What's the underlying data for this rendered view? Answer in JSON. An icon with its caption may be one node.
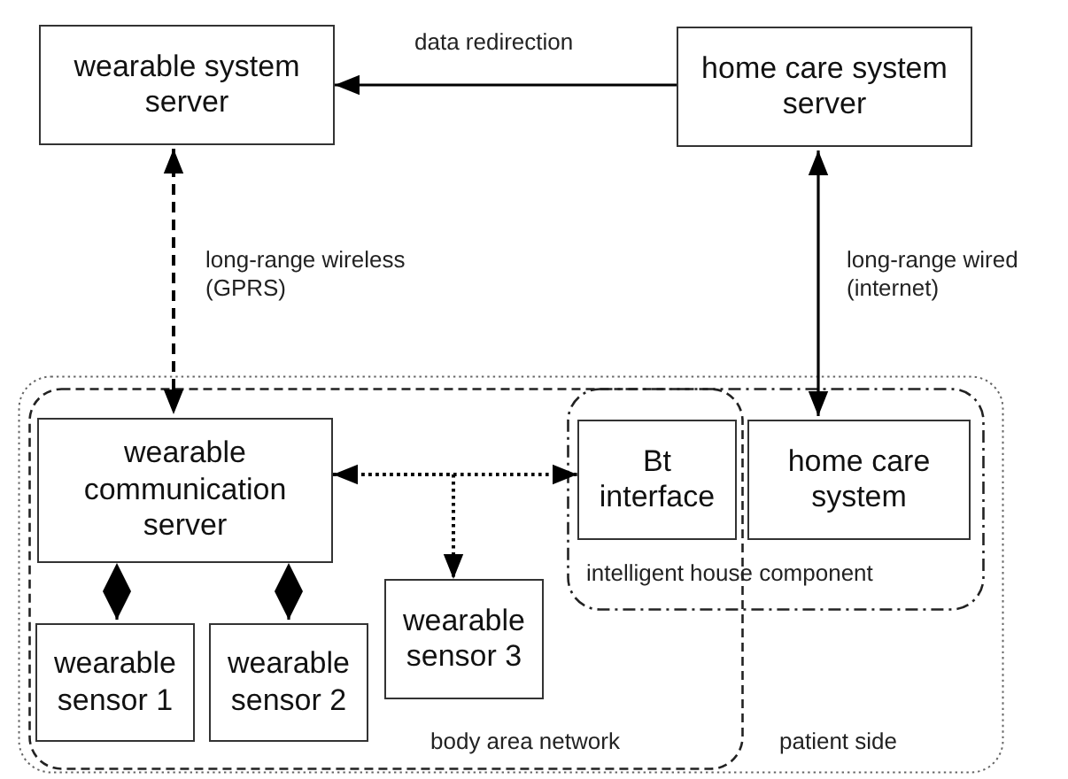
{
  "diagram": {
    "nodes": [
      {
        "text": [
          "wearable system server"
        ]
      },
      {
        "text": [
          "home care system server"
        ]
      },
      {
        "text": [
          "patient side"
        ]
      },
      {
        "text": [
          "body area network"
        ],
        "in": 2
      },
      {
        "text": [
          "intelligent house component"
        ],
        "in": 2
      },
      {
        "text": [
          "wearable communication server"
        ],
        "in": 3
      },
      {
        "text": [
          "wearable sensor 1"
        ],
        "in": 3
      },
      {
        "text": [
          "wearable sensor 2"
        ],
        "in": 3
      },
      {
        "text": [
          "wearable sensor 3"
        ],
        "in": 3
      },
      {
        "text": [
          "Bt interface"
        ]
      },
      {
        "text": [
          "home care system"
        ],
        "in": 4
      }
    ],
    "edges": [
      {
        "from": 1,
        "to": 0,
        "arrow": "to",
        "label": "data redirection"
      },
      {
        "from": 0,
        "to": 5,
        "arrow": "both",
        "style": "dashed",
        "label": "long-range wireless (GPRS)"
      },
      {
        "from": 1,
        "to": 10,
        "arrow": "both",
        "label": "long-range wired (internet)"
      },
      {
        "from": 5,
        "to": 9,
        "arrow": "both",
        "style": "dashed"
      },
      {
        "from": 5,
        "to": 8,
        "arrow": "to",
        "style": "dashed"
      },
      {
        "from": 5,
        "to": 6,
        "arrow": "other"
      },
      {
        "from": 5,
        "to": 7,
        "arrow": "other"
      }
    ]
  }
}
